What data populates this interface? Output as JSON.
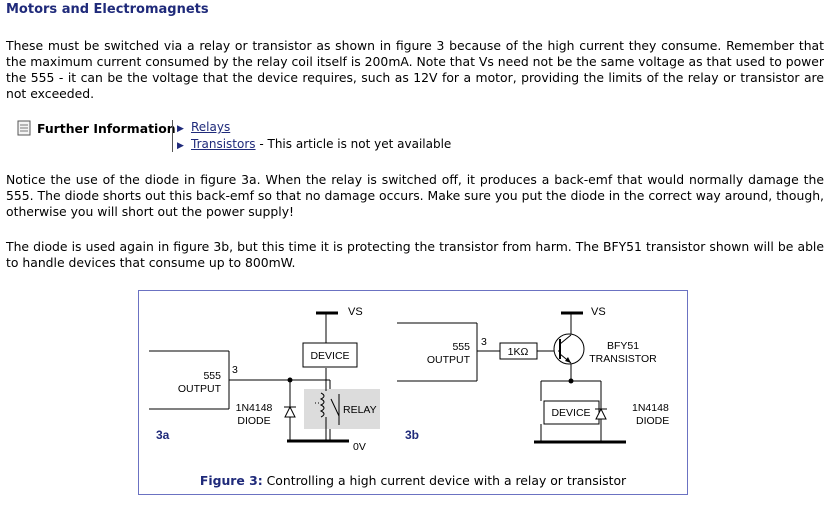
{
  "section": {
    "title": "Motors and Electromagnets"
  },
  "paragraphs": {
    "p1": "These must be switched via a relay or transistor as shown in figure 3 because of the high current they consume.  Remember that the maximum current consumed by the relay coil itself is 200mA.  Note that Vs need not be the same voltage as that used to power the 555 - it can be the voltage that the device requires, such as 12V for a motor, providing the limits of the relay or transistor are not exceeded.",
    "p2": "Notice the use of the diode in figure 3a.  When the relay is switched off, it produces a back-emf that would normally damage the 555.  The diode shorts out this back-emf so that no damage occurs.  Make sure you put the diode in the correct way around, though, otherwise you will short out the power supply!",
    "p3": "The diode is used again in figure 3b, but this time it is protecting the transistor from harm.  The BFY51 transistor shown will be able to handle devices that consume up to 800mW."
  },
  "further_info": {
    "label": "Further Information",
    "icon": "document-icon",
    "items": [
      {
        "link": "Relays",
        "note": ""
      },
      {
        "link": "Transistors",
        "note": " - This article is not yet available"
      }
    ]
  },
  "figure": {
    "caption_label": "Figure 3:",
    "caption_text": " Controlling a high current device with a relay or transistor",
    "a": {
      "tag": "3a",
      "vs": "VS",
      "device": "DEVICE",
      "relay": "RELAY",
      "ov": "0V",
      "out_num": "555",
      "out_label": "OUTPUT",
      "pin": "3",
      "diode_part": "1N4148",
      "diode_label": "DIODE"
    },
    "b": {
      "tag": "3b",
      "vs": "VS",
      "out_num": "555",
      "out_label": "OUTPUT",
      "pin": "3",
      "resistor": "1KΩ",
      "transistor_part": "BFY51",
      "transistor_label": "TRANSISTOR",
      "device": "DEVICE",
      "diode_part": "1N4148",
      "diode_label": "DIODE"
    }
  }
}
